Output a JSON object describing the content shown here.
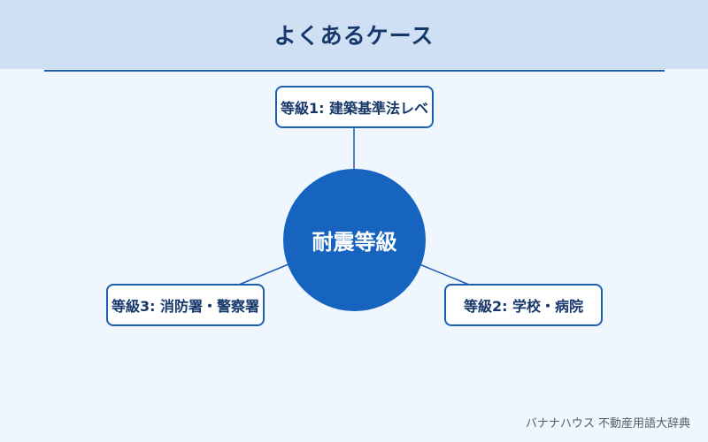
{
  "header": {
    "title": "よくあるケース"
  },
  "center": {
    "label": "耐震等級"
  },
  "nodes": [
    {
      "label": "等級1: 建築基準法レベ"
    },
    {
      "label": "等級2: 学校・病院"
    },
    {
      "label": "等級3: 消防署・警察署"
    }
  ],
  "footer": {
    "credit": "バナナハウス 不動産用語大辞典"
  },
  "colors": {
    "background": "#eff6fe",
    "header_band": "#cfdff4",
    "accent": "#1764c0",
    "title_text": "#17386a"
  }
}
